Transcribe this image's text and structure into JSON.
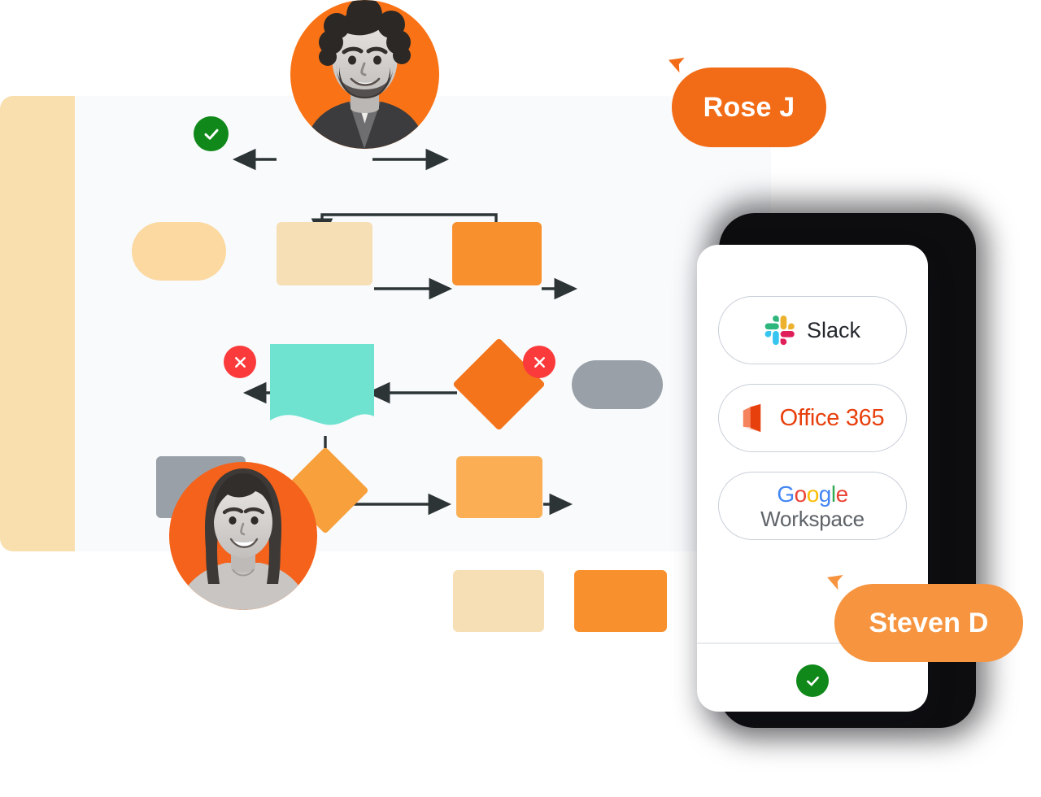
{
  "canvas": {
    "background_color": "#F8FAFC",
    "sidebar_color": "#F9DFAE",
    "connector_color": "#2D3436"
  },
  "flow_nodes": [
    {
      "id": "node-1",
      "name": "pill-start",
      "shape": "pill",
      "color": "#FBD9A1",
      "badge": "check"
    },
    {
      "id": "node-2",
      "name": "rect-process-a",
      "shape": "rect",
      "color": "#F6DFB5",
      "badge": null
    },
    {
      "id": "node-3",
      "name": "rect-process-b",
      "shape": "rect",
      "color": "#F9902E",
      "badge": null
    },
    {
      "id": "node-4",
      "name": "document-note",
      "shape": "document",
      "color": "#6FE3D0",
      "badge": null
    },
    {
      "id": "node-5",
      "name": "decision-top",
      "shape": "diamond",
      "color": "#F4741C",
      "badge": null
    },
    {
      "id": "node-6",
      "name": "pill-end",
      "shape": "pill",
      "color": "#9AA0A8",
      "badge": null
    },
    {
      "id": "node-7",
      "name": "rect-blocked",
      "shape": "rect",
      "color": "#9AA0A8",
      "badge": "error"
    },
    {
      "id": "node-8",
      "name": "decision-bottom",
      "shape": "diamond",
      "color": "#F7A03C",
      "badge": null
    },
    {
      "id": "node-9",
      "name": "rect-rejected",
      "shape": "rect",
      "color": "#FBAE54",
      "badge": "error"
    },
    {
      "id": "node-10",
      "name": "rect-process-c",
      "shape": "rect",
      "color": "#F6DFB5",
      "badge": null
    },
    {
      "id": "node-11",
      "name": "rect-process-d",
      "shape": "rect",
      "color": "#F9902E",
      "badge": null
    }
  ],
  "badges": {
    "check_color": "#10891A",
    "error_color": "#FB3B3B",
    "check_icon": "check-icon",
    "error_icon": "close-icon"
  },
  "collaborators": [
    {
      "name": "Rose J",
      "label_color": "#F26B16",
      "cursor_icon": "cursor-pointer-icon"
    },
    {
      "name": "Steven D",
      "label_color": "#F6943F",
      "cursor_icon": "cursor-pointer-icon"
    }
  ],
  "avatars": [
    {
      "name": "avatar-male",
      "alt": "smiling man with curly hair",
      "ring_color": "#F97316"
    },
    {
      "name": "avatar-female",
      "alt": "smiling woman",
      "ring_color": "#F4621C"
    }
  ],
  "phone": {
    "frame_color": "#0d0d0f",
    "screen_color": "#FFFFFF",
    "apps": [
      {
        "name": "Slack",
        "icon": "slack-icon"
      },
      {
        "name": "Office 365",
        "icon": "office365-icon"
      },
      {
        "name": "Google",
        "name2": "Workspace",
        "icon": "google-workspace-icon"
      }
    ],
    "confirm_icon": "check-icon",
    "confirm_color": "#10891A"
  },
  "brand_colors": {
    "slack_blue": "#36C5F0",
    "slack_green": "#2EB67D",
    "slack_red": "#E01E5A",
    "slack_yellow": "#ECB22E",
    "office_orange": "#E8400D",
    "google_blue": "#4285F4",
    "google_red": "#EA4335",
    "google_yellow": "#FBBC05",
    "google_green": "#34A853",
    "google_gray": "#5E6368"
  }
}
